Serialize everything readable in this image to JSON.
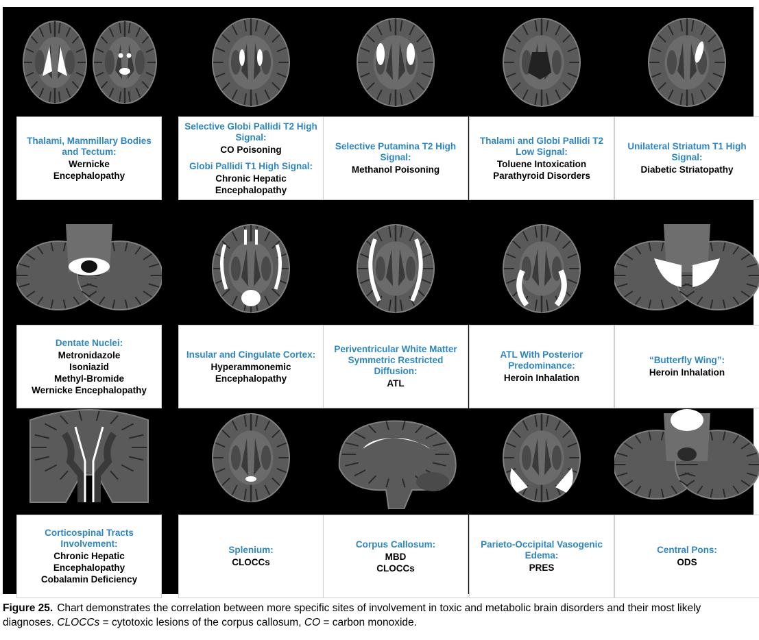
{
  "colors": {
    "background": "#000000",
    "site_text": "#2e86c1",
    "diagnosis_text": "#000000",
    "brain_gray": "#5a5a5a",
    "brain_dark": "#3a3a3a",
    "lesion": "#ffffff"
  },
  "panels": [
    {
      "icon": "axial-brain-thalami-tectum-icon",
      "groups": [
        {
          "site": "Thalami, Mammillary Bodies and Tectum:",
          "diagnoses": [
            "Wernicke",
            "Encephalopathy"
          ]
        }
      ]
    },
    {
      "icon": "axial-brain-globi-pallidi-icon",
      "groups": [
        {
          "site": "Selective Globi Pallidi T2 High Signal:",
          "diagnoses": [
            "CO Poisoning"
          ]
        },
        {
          "site": "Globi Pallidi T1 High Signal:",
          "diagnoses": [
            "Chronic Hepatic",
            "Encephalopathy"
          ]
        }
      ]
    },
    {
      "icon": "axial-brain-putamina-icon",
      "groups": [
        {
          "site": "Selective Putamina T2 High Signal:",
          "diagnoses": [
            "Methanol Poisoning"
          ]
        }
      ]
    },
    {
      "icon": "axial-brain-thalami-globi-pallidi-icon",
      "groups": [
        {
          "site": "Thalami and Globi Pallidi T2 Low Signal:",
          "diagnoses": [
            "Toluene Intoxication",
            "Parathyroid Disorders"
          ]
        }
      ]
    },
    {
      "icon": "axial-brain-unilateral-striatum-icon",
      "groups": [
        {
          "site": "Unilateral Striatum T1 High Signal:",
          "diagnoses": [
            "Diabetic Striatopathy"
          ]
        }
      ]
    },
    {
      "icon": "cerebellum-dentate-nuclei-icon",
      "groups": [
        {
          "site": "Dentate Nuclei:",
          "diagnoses": [
            "Metronidazole",
            "Isoniazid",
            "Methyl-Bromide",
            "Wernicke Encephalopathy"
          ]
        }
      ]
    },
    {
      "icon": "axial-brain-insular-cingulate-icon",
      "groups": [
        {
          "site": "Insular and Cingulate Cortex:",
          "diagnoses": [
            "Hyperammonemic",
            "Encephalopathy"
          ]
        }
      ]
    },
    {
      "icon": "axial-brain-periventricular-white-matter-icon",
      "groups": [
        {
          "site": "Periventricular White Matter Symmetric Restricted Diffusion:",
          "diagnoses": [
            "ATL"
          ]
        }
      ]
    },
    {
      "icon": "axial-brain-posterior-white-matter-icon",
      "groups": [
        {
          "site": "ATL With Posterior Predominance:",
          "diagnoses": [
            "Heroin Inhalation"
          ]
        }
      ]
    },
    {
      "icon": "cerebellum-butterfly-wing-icon",
      "groups": [
        {
          "site": "“Butterfly Wing”:",
          "diagnoses": [
            "Heroin Inhalation"
          ]
        }
      ]
    },
    {
      "icon": "coronal-brain-corticospinal-tracts-icon",
      "groups": [
        {
          "site": "Corticospinal Tracts Involvement:",
          "diagnoses": [
            "Chronic Hepatic",
            "Encephalopathy",
            "Cobalamin Deficiency"
          ]
        }
      ]
    },
    {
      "icon": "axial-brain-splenium-icon",
      "groups": [
        {
          "site": "Splenium:",
          "diagnoses": [
            "CLOCCs"
          ]
        }
      ]
    },
    {
      "icon": "sagittal-brain-corpus-callosum-icon",
      "groups": [
        {
          "site": "Corpus Callosum:",
          "diagnoses": [
            "MBD",
            "CLOCCs"
          ]
        }
      ]
    },
    {
      "icon": "axial-brain-parieto-occipital-icon",
      "groups": [
        {
          "site": "Parieto-Occipital Vasogenic Edema:",
          "diagnoses": [
            "PRES"
          ]
        }
      ]
    },
    {
      "icon": "pons-central-icon",
      "groups": [
        {
          "site": "Central Pons:",
          "diagnoses": [
            "ODS"
          ]
        }
      ]
    }
  ],
  "caption": {
    "label": "Figure 25.",
    "text": "Chart demonstrates the correlation between more specific sites of involvement in toxic and metabolic brain disorders and their most likely diagnoses. CLOCCs = cytotoxic lesions of the corpus callosum, CO = carbon monoxide."
  }
}
